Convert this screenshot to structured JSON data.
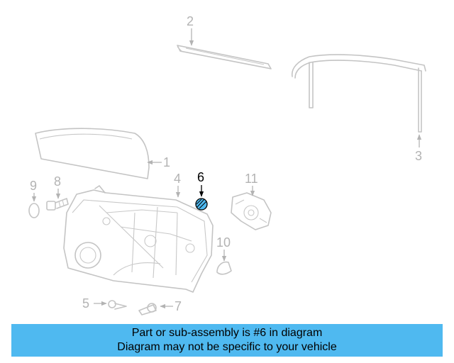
{
  "callouts": {
    "c1": "1",
    "c2": "2",
    "c3": "3",
    "c4": "4",
    "c5": "5",
    "c6": "6",
    "c7": "7",
    "c8": "8",
    "c9": "9",
    "c10": "10",
    "c11": "11"
  },
  "highlight_color": "#4fb9f0",
  "banner": {
    "line1": "Part or sub-assembly is #6 in diagram",
    "line2": "Diagram may not be specific to your vehicle"
  }
}
